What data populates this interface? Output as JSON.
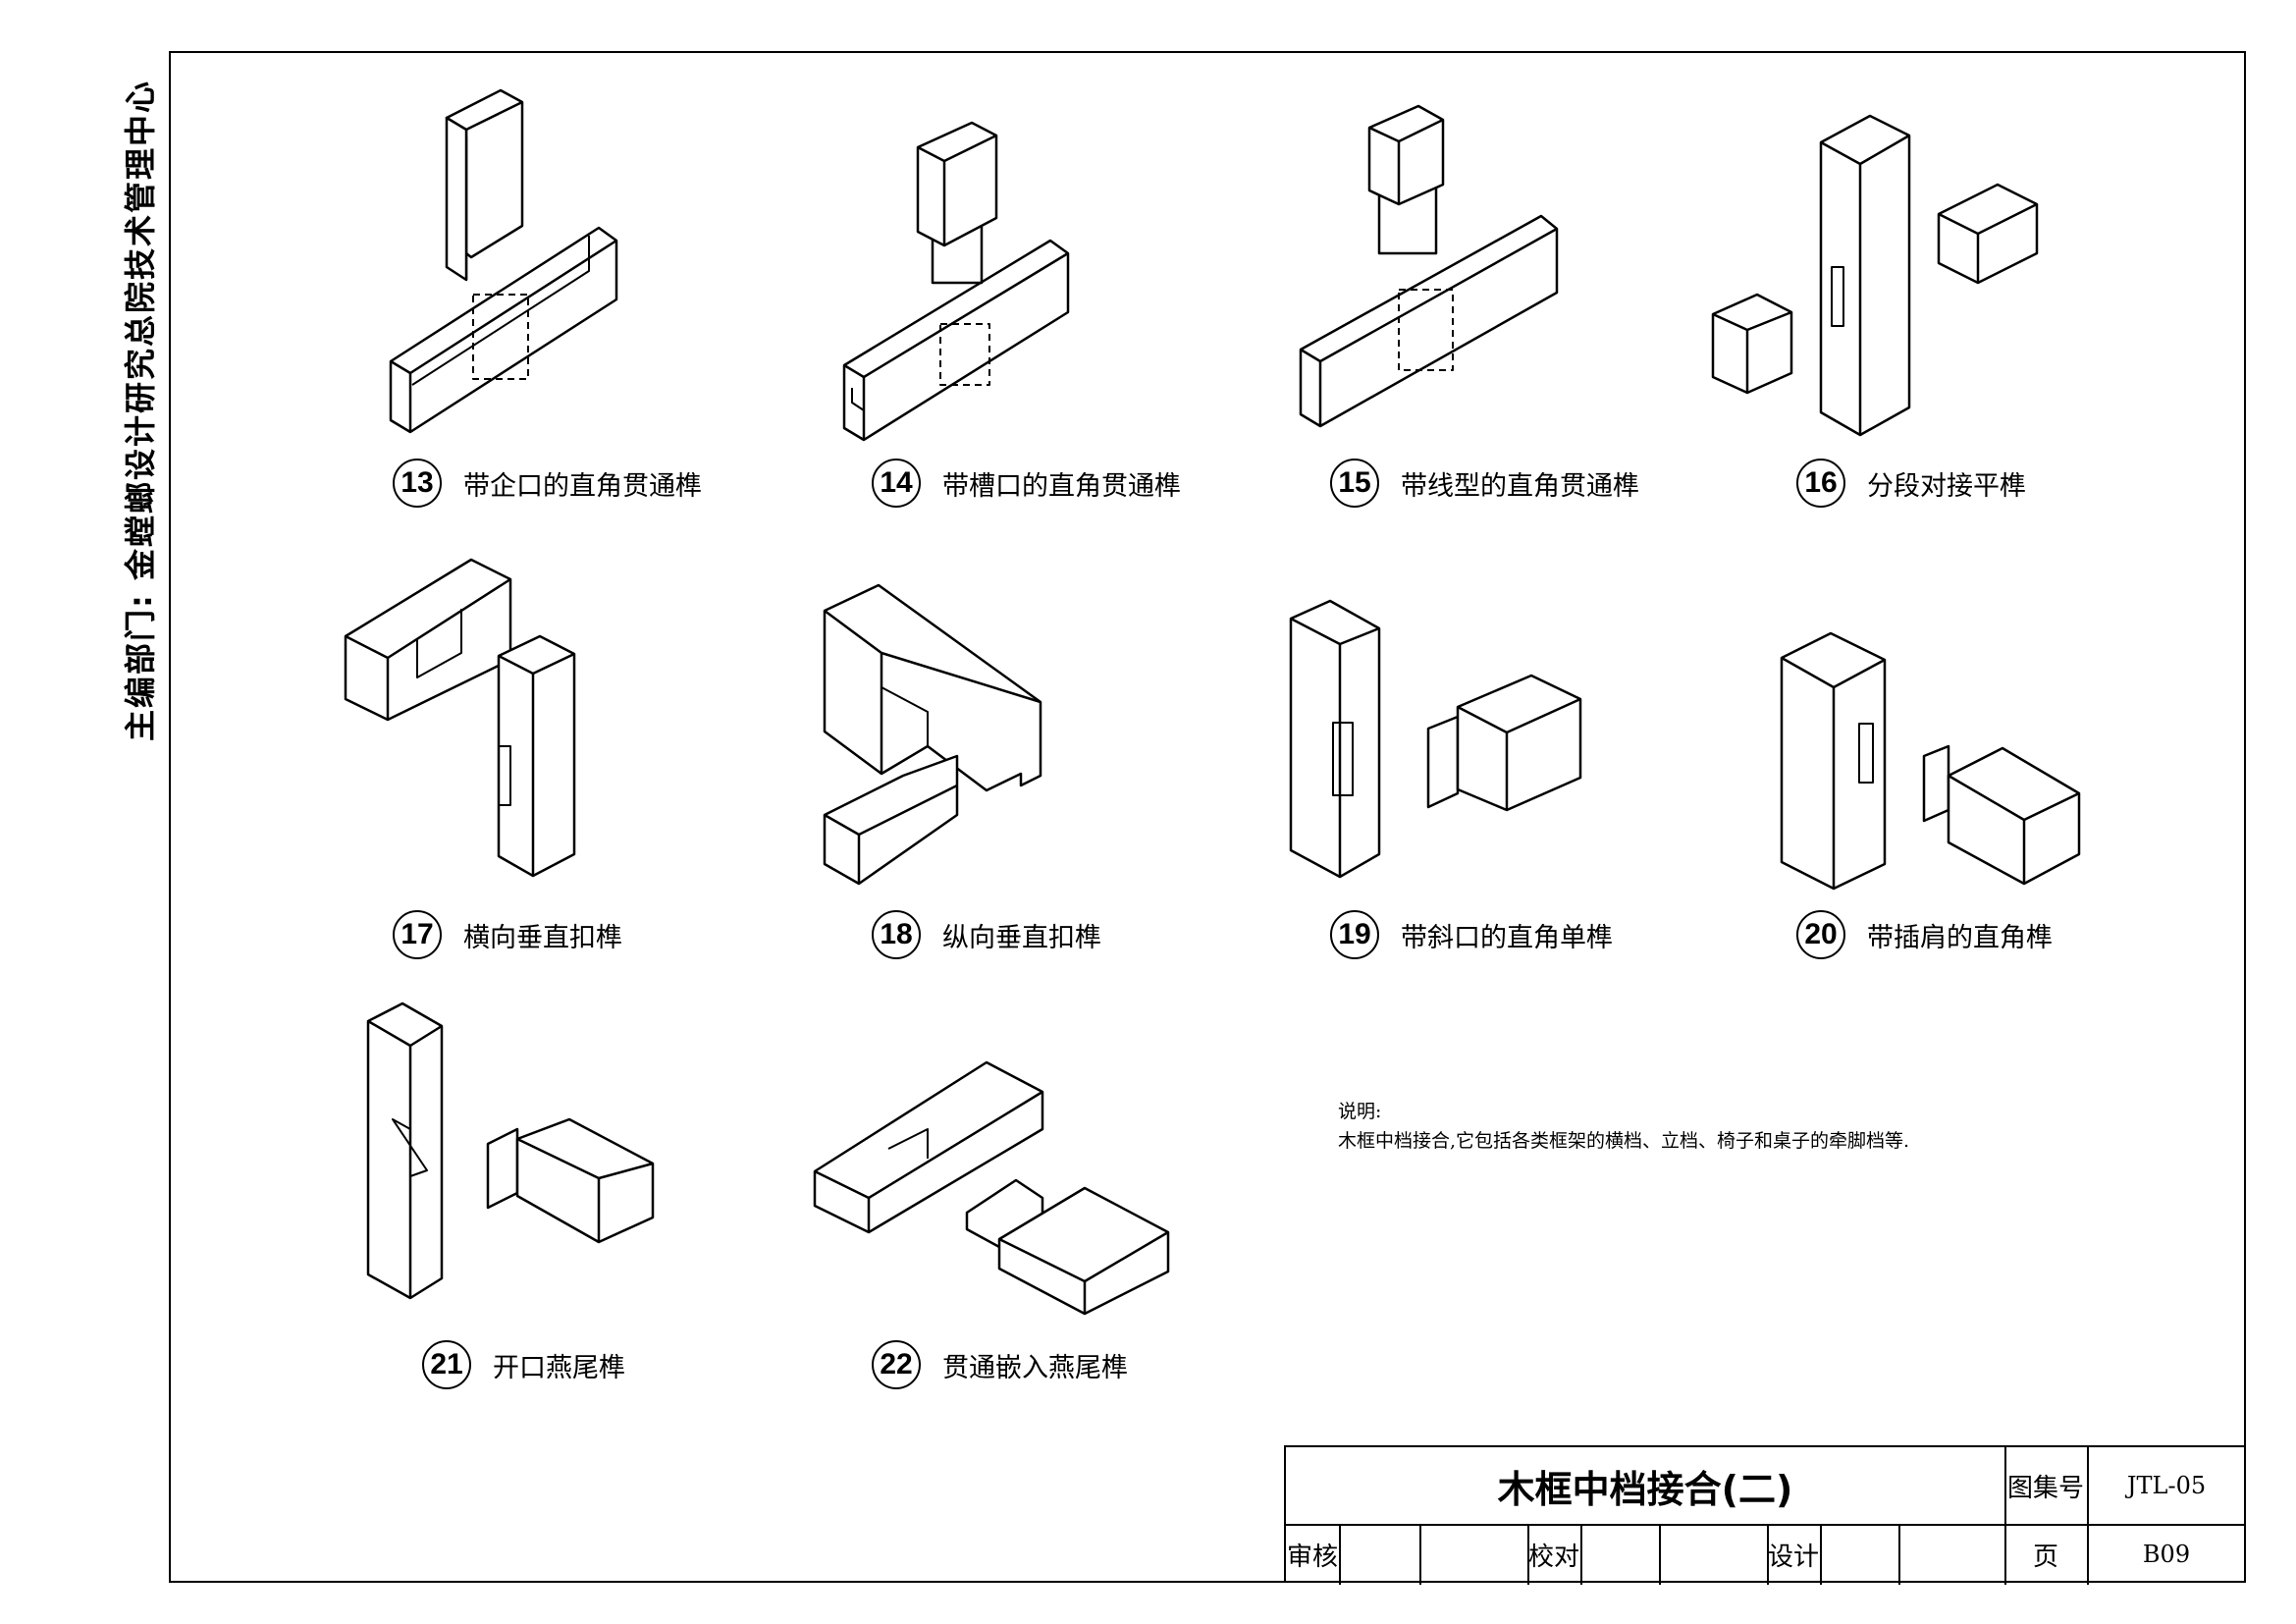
{
  "side_label": "主编部门:  金螳螂设计研究总院技术管理中心",
  "joints": [
    {
      "number": "13",
      "label": "带企口的直角贯通榫"
    },
    {
      "number": "14",
      "label": "带槽口的直角贯通榫"
    },
    {
      "number": "15",
      "label": "带线型的直角贯通榫"
    },
    {
      "number": "16",
      "label": "分段对接平榫"
    },
    {
      "number": "17",
      "label": "横向垂直扣榫"
    },
    {
      "number": "18",
      "label": "纵向垂直扣榫"
    },
    {
      "number": "19",
      "label": "带斜口的直角单榫"
    },
    {
      "number": "20",
      "label": "带插肩的直角榫"
    },
    {
      "number": "21",
      "label": "开口燕尾榫"
    },
    {
      "number": "22",
      "label": "贯通嵌入燕尾榫"
    }
  ],
  "note": {
    "title": "说明:",
    "text": "木框中档接合,它包括各类框架的横档、立档、椅子和桌子的牵脚档等."
  },
  "title_block": {
    "title": "木框中档接合(二)",
    "atlas_label": "图集号",
    "atlas_value": "JTL-05",
    "review_label": "审核",
    "check_label": "校对",
    "design_label": "设计",
    "page_label": "页",
    "page_value": "B09"
  }
}
